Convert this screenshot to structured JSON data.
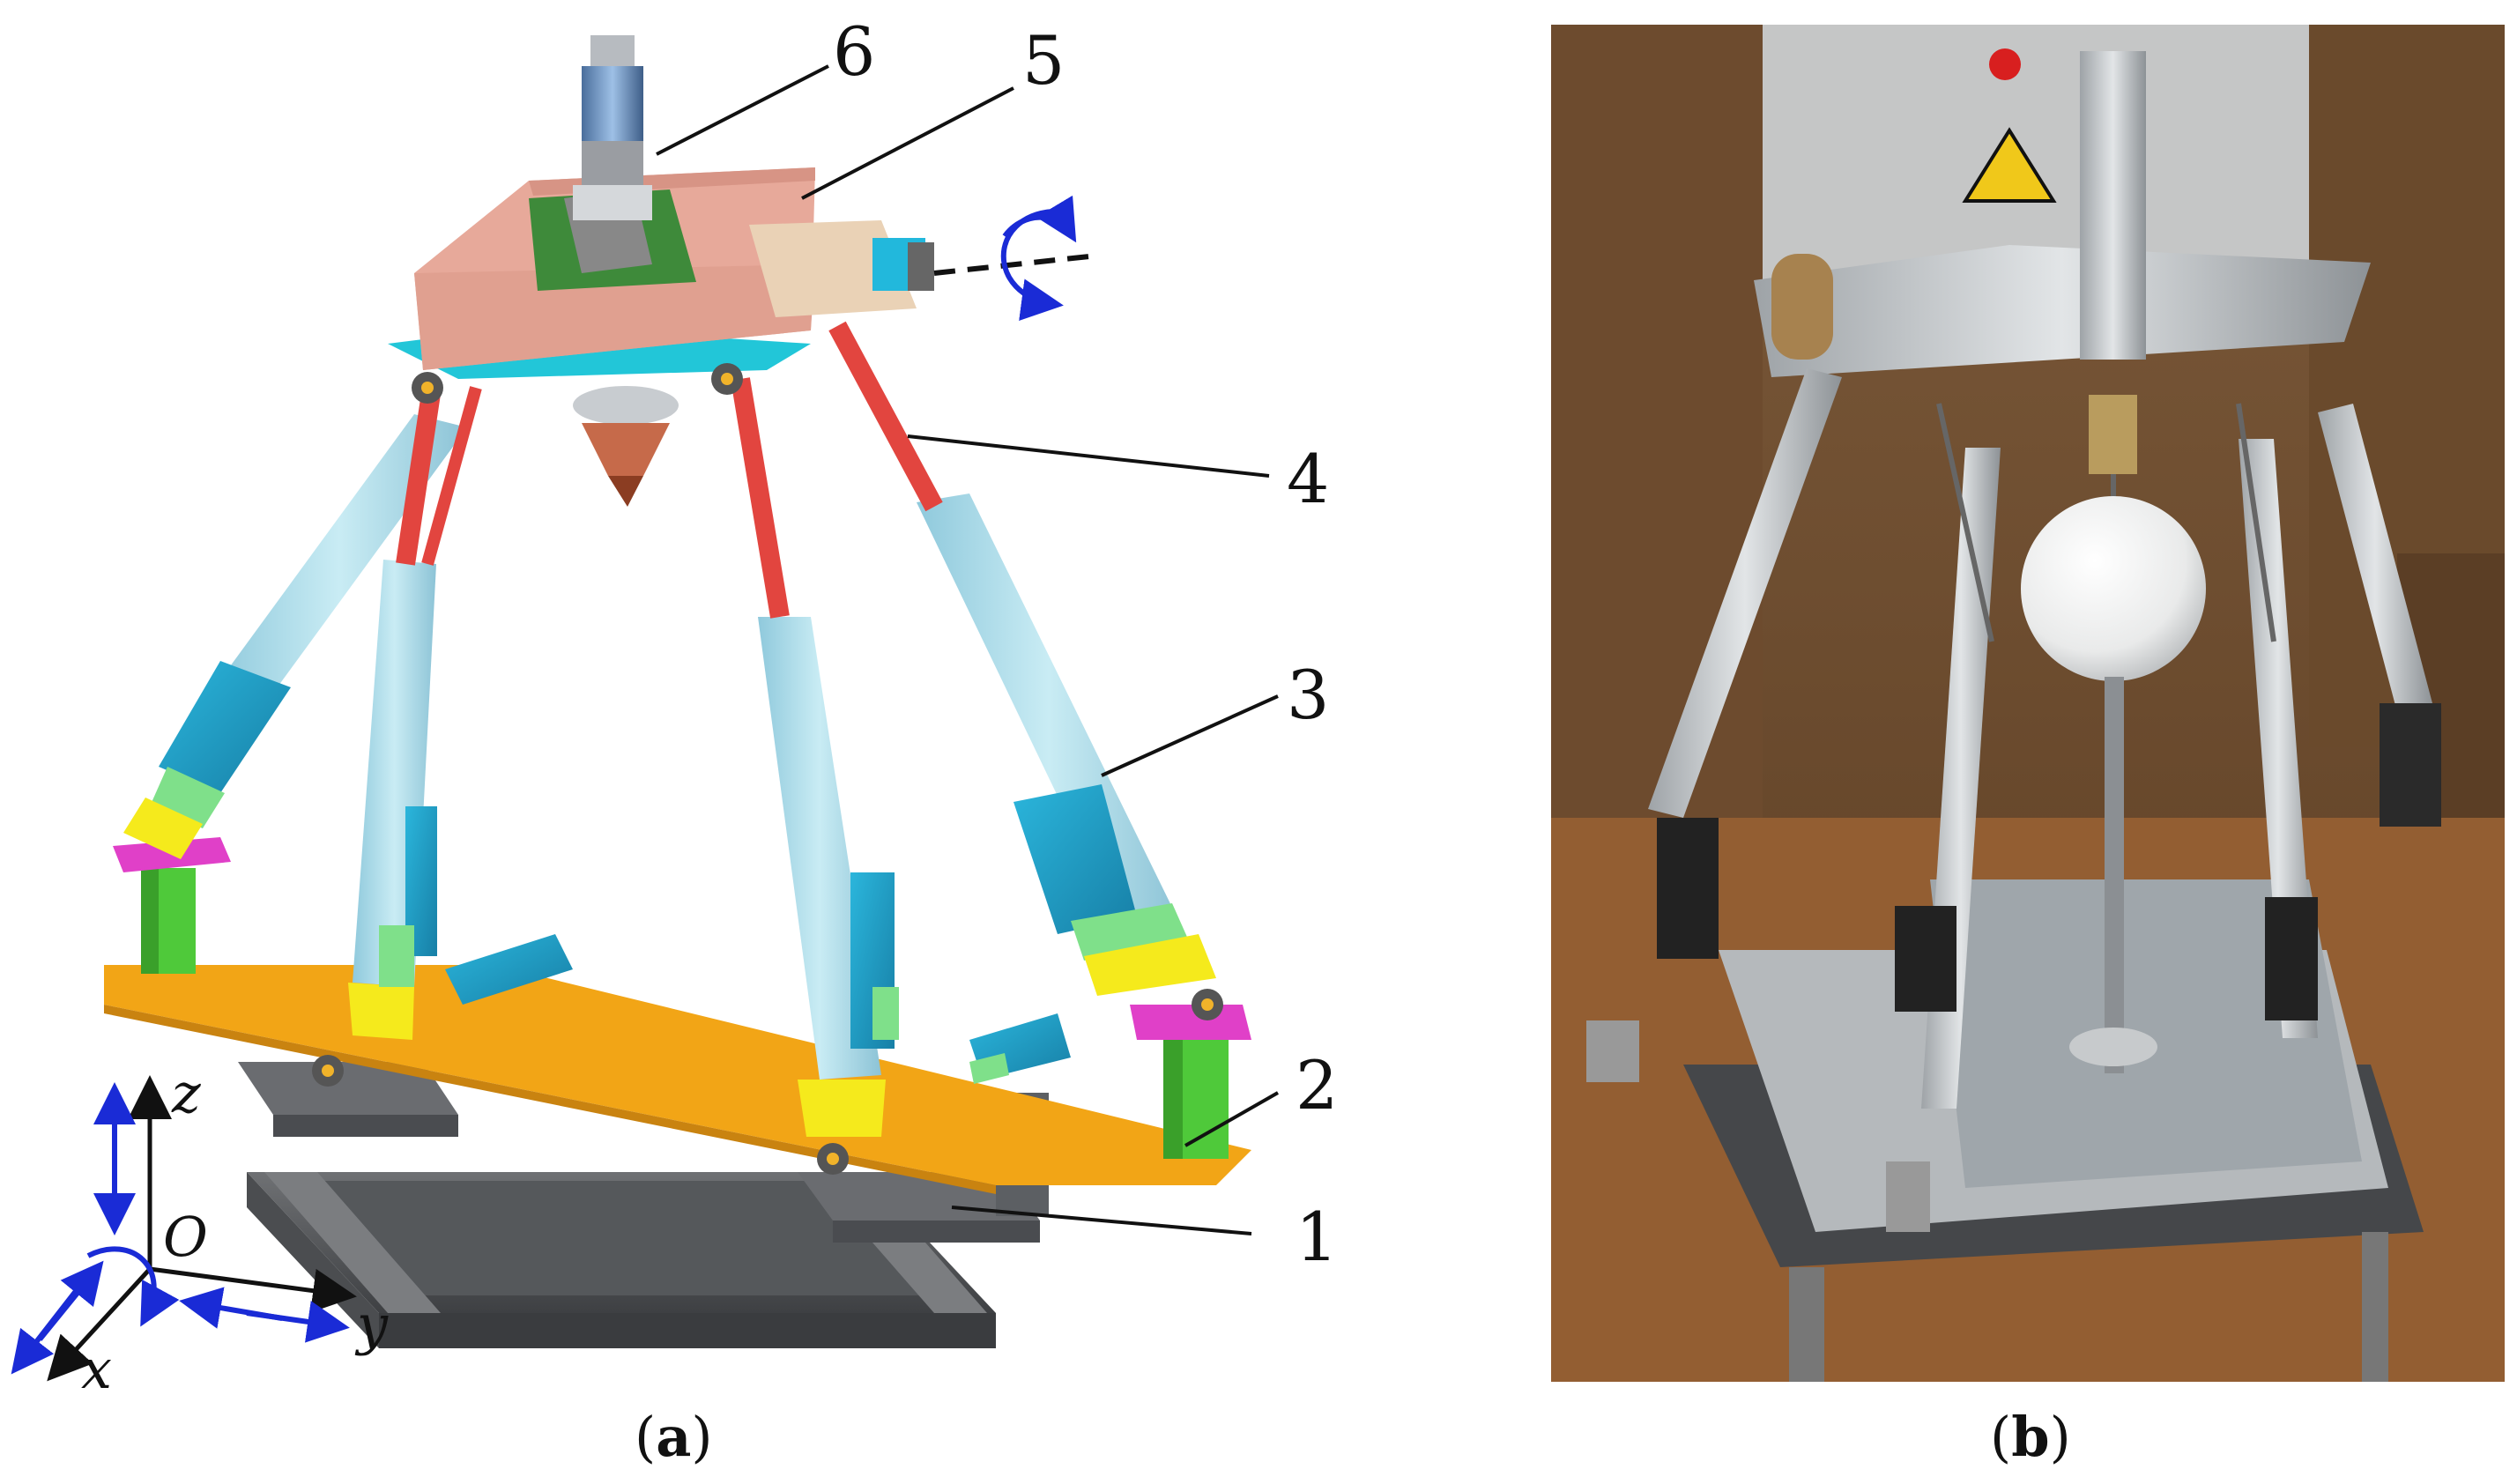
{
  "callouts": {
    "n1": "1",
    "n2": "2",
    "n3": "3",
    "n4": "4",
    "n5": "5",
    "n6": "6"
  },
  "axes": {
    "x": "x",
    "y": "y",
    "z": "z",
    "origin": "O"
  },
  "captions": {
    "a": "a",
    "b": "b"
  },
  "colors": {
    "link_light_blue": "#a9d8e6",
    "actuator_blue": "#1f9fc8",
    "yellow": "#f5ea1c",
    "rod_red": "#e2453f",
    "orange_beam": "#f2a516",
    "green_post": "#4fc93a",
    "magenta": "#e040c8",
    "cyan_plate": "#22c6d8",
    "frame_pink": "#e7a99a",
    "base_grey": "#5b5d60",
    "arrow_blue": "#1a2bd6"
  }
}
